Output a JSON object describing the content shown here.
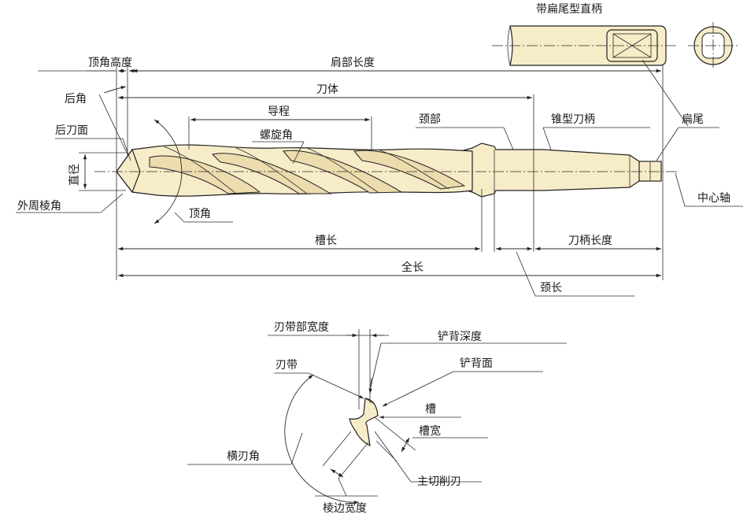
{
  "labels": {
    "flat_tang_title": "带扁尾型直柄",
    "point_height": "顶角高度",
    "shoulder_length": "肩部长度",
    "clearance_angle": "后角",
    "body": "刀体",
    "lead": "导程",
    "neck": "颈部",
    "taper_shank": "锥型刀柄",
    "tang": "扁尾",
    "flank": "后刀面",
    "helix_angle": "螺旋角",
    "diameter": "直径",
    "outer_corner": "外周棱角",
    "point_angle": "顶角",
    "center_axis": "中心轴",
    "flute_length": "槽长",
    "shank_length": "刀柄长度",
    "overall_length": "全长",
    "neck_length": "颈长",
    "margin_width": "刃带部宽度",
    "body_clearance_depth": "铲背深度",
    "margin": "刃带",
    "body_clearance": "铲背面",
    "flute": "槽",
    "flute_width": "槽宽",
    "chisel_edge_angle": "横刃角",
    "main_cutting_edge": "主切削刃",
    "land_width": "棱边宽度"
  },
  "colors": {
    "body_fill": "#f7ecc8",
    "flute_fill": "#ecdcae",
    "line": "#222222"
  }
}
